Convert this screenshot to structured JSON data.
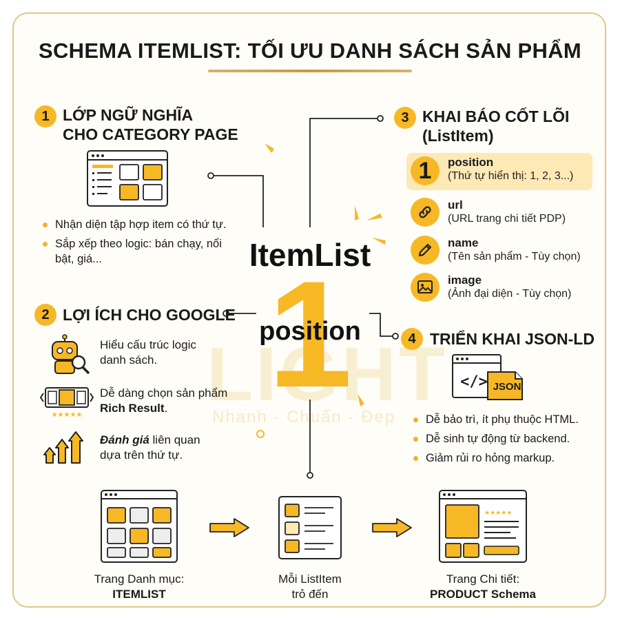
{
  "title": "SCHEMA ITEMLIST: TỐI ƯU DANH SÁCH SẢN PHẨM",
  "watermark": {
    "brand": "LIGHT",
    "slogan": "Nhanh - Chuẩn - Đẹp"
  },
  "center": {
    "itemlist": "ItemList",
    "big_number": "1",
    "position": "position"
  },
  "section1": {
    "number": "1",
    "heading_line1": "LỚP NGỮ NGHĨA",
    "heading_line2": "CHO CATEGORY PAGE",
    "bullets": [
      "Nhận diện tập hợp item có thứ tự.",
      "Sắp xếp theo logic: bán chạy, nổi bật, giá..."
    ]
  },
  "section2": {
    "number": "2",
    "heading": "LỢI ÍCH CHO GOOGLE",
    "benefits": [
      {
        "line1": "Hiểu cấu trúc logic",
        "line2": "danh sách.",
        "icon": "robot-magnifier-icon"
      },
      {
        "line1": "Dễ dàng chọn sản phẩm",
        "line2_bold": "Rich Result",
        "line2_tail": ".",
        "icon": "carousel-stars-icon"
      },
      {
        "line1_bold": "Đánh giá",
        "line1_tail": " liên quan",
        "line2": "dựa trên thứ tự.",
        "icon": "rising-arrows-icon"
      }
    ]
  },
  "section3": {
    "number": "3",
    "heading_line1": "KHAI BÁO CỐT LÕI",
    "heading_line2": "(ListItem)",
    "properties": [
      {
        "name": "position",
        "desc": "(Thứ tự hiển thị: 1, 2, 3...)",
        "icon": "number-one-icon",
        "glyph": "1"
      },
      {
        "name": "url",
        "desc": "(URL trang chi tiết PDP)",
        "icon": "link-icon"
      },
      {
        "name": "name",
        "desc": "(Tên sản phẩm - Tùy chọn)",
        "icon": "pencil-icon"
      },
      {
        "name": "image",
        "desc": "(Ảnh đại diện - Tùy chọn)",
        "icon": "image-icon"
      }
    ]
  },
  "section4": {
    "number": "4",
    "heading": "TRIỂN KHAI JSON-LD",
    "json_label": "JSON",
    "bullets": [
      "Dễ bảo trì, ít phụ thuộc HTML.",
      "Dễ sinh tự động từ backend.",
      "Giảm rủi ro hỏng markup."
    ]
  },
  "flow": [
    {
      "line1": "Trang Danh mục:",
      "line2": "ITEMLIST",
      "line2_bold": true
    },
    {
      "line1": "Mỗi ListItem",
      "line2": "trỏ đến",
      "line2_bold": false
    },
    {
      "line1": "Trang Chi tiết:",
      "line2": "PRODUCT Schema",
      "line2_bold": true
    }
  ],
  "colors": {
    "accent": "#f7b826",
    "gold_border": "#e2c58a",
    "dark": "#1a1a1a"
  }
}
